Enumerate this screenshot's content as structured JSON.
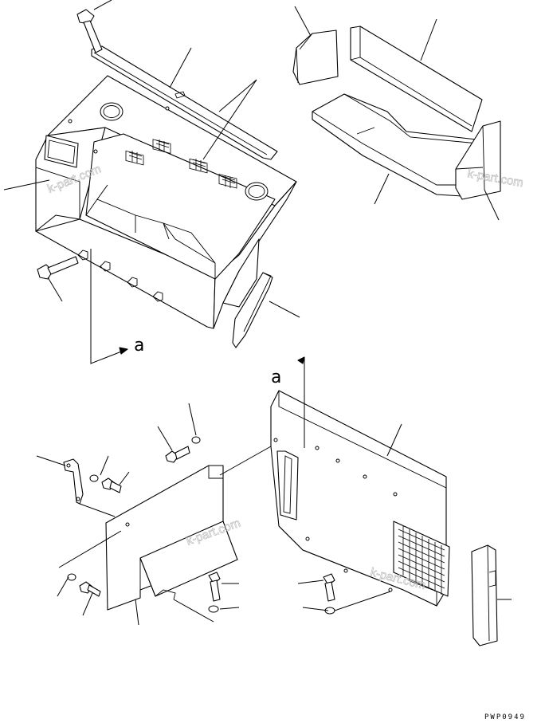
{
  "drawing": {
    "section_label_top": "a",
    "section_label_right": "a",
    "drawing_code": "PWP0949",
    "watermark": "k-part.com"
  }
}
